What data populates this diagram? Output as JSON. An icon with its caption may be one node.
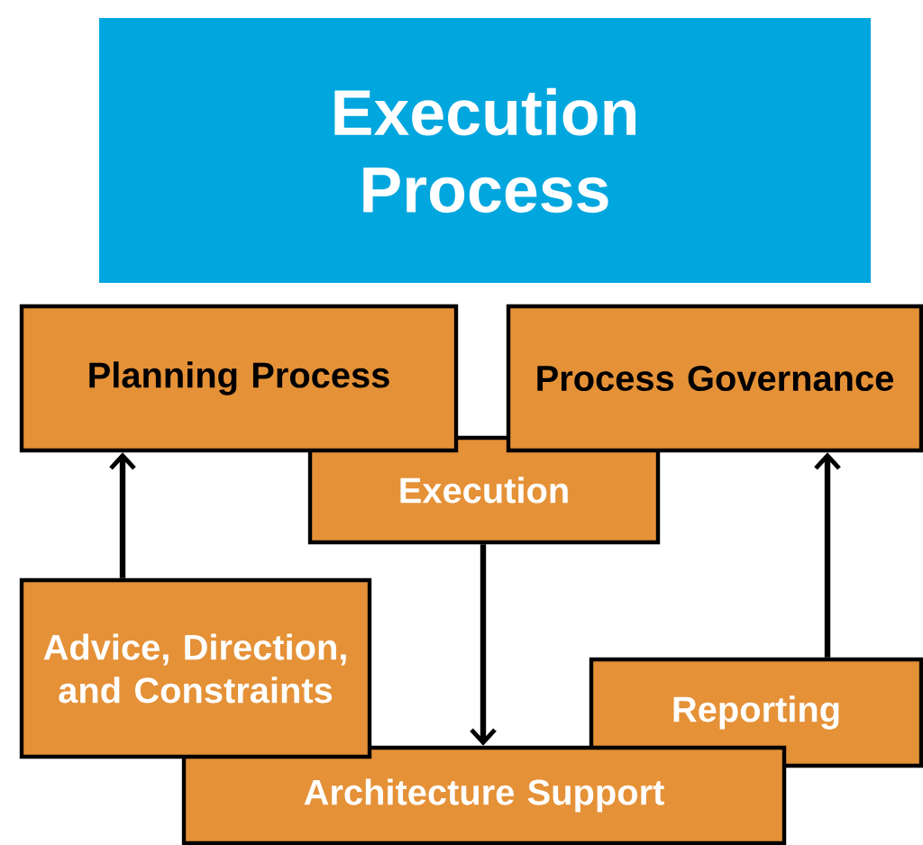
{
  "diagram": {
    "nodes": [
      {
        "text": [
          "Execution Process"
        ]
      },
      {
        "text": [
          "Planning Process"
        ]
      },
      {
        "text": [
          "Process Governance"
        ]
      },
      {
        "text": [
          "Execution"
        ]
      },
      {
        "text": [
          "Advice, Direction, and Constraints"
        ]
      },
      {
        "text": [
          "Reporting"
        ]
      },
      {
        "text": [
          "Architecture Support"
        ]
      }
    ],
    "edges": [
      {
        "from": 4,
        "to": 1,
        "arrow": "to"
      },
      {
        "from": 3,
        "to": 6,
        "arrow": "to"
      },
      {
        "from": 5,
        "to": 2,
        "arrow": "to"
      }
    ]
  }
}
